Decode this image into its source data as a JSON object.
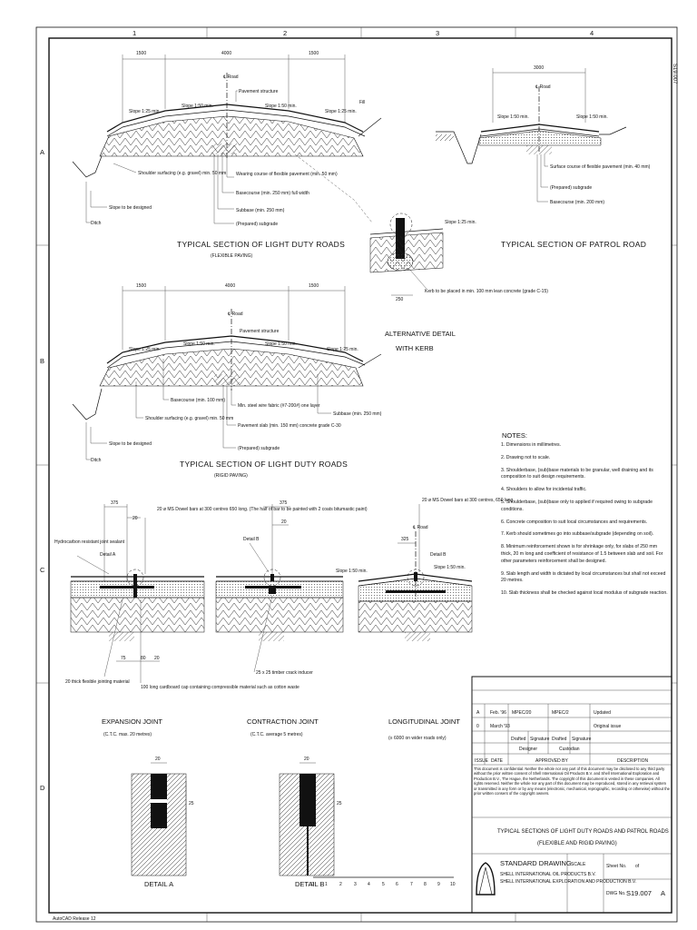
{
  "grid": {
    "columns": [
      "1",
      "2",
      "3",
      "4"
    ],
    "rows": [
      "A",
      "B",
      "C",
      "D"
    ]
  },
  "vertical_ref": "S19.007",
  "top_section": {
    "dims": [
      "1500",
      "4000",
      "1500"
    ],
    "road_cl": "℄ Road",
    "pavement": "Pavement structure",
    "slope_left": "Slope 1:25 min.",
    "slope_mid1": "Slope 1:50 min.",
    "slope_mid2": "Slope 1:50 min.",
    "slope_right": "Slope 1:25 min.",
    "fill": "Fill",
    "shoulder": "Shoulder surfacing (e.g. gravel) min. 50 mm",
    "slope_designed": "Slope to be designed",
    "ditch": "Ditch",
    "wearing": "Wearing course of flexible pavement (min. 50 mm)",
    "basecourse": "Basecourse (min. 250 mm) full width",
    "subbase": "Subbase (min. 250 mm)",
    "subgrade": "(Prepared) subgrade",
    "title": "TYPICAL SECTION OF LIGHT DUTY ROADS",
    "subtitle": "(FLEXIBLE PAVING)"
  },
  "patrol": {
    "dim": "3000",
    "road_cl": "℄ Road",
    "slope_left": "Slope 1:50 min.",
    "slope_right": "Slope 1:50 min.",
    "surface": "Surface course of flexible pavement (min. 40 mm)",
    "subgrade": "(Prepared) subgrade",
    "basecourse": "Basecourse (min. 200 mm)",
    "title": "TYPICAL SECTION OF PATROL ROAD"
  },
  "kerb": {
    "slope": "Slope 1:25 min.",
    "dim": "250",
    "note": "Kerb to be placed in min. 100 mm lean concrete (grade C-15)",
    "title1": "ALTERNATIVE DETAIL",
    "title2": "WITH KERB"
  },
  "rigid": {
    "dims": [
      "1500",
      "4000",
      "1500"
    ],
    "road_cl": "℄ Road",
    "pavement": "Pavement structure",
    "slope_left": "Slope 1:25 min.",
    "slope_mid1": "Slope 1:50 min.",
    "slope_mid2": "Slope 1:50 min.",
    "slope_right": "Slope 1:25 min.",
    "basecourse": "Basecourse (min. 100 mm)",
    "shoulder": "Shoulder surfacing (e.g. gravel) min. 50 mm",
    "mesh": "Min. steel wire fabric (#7-200#) one layer",
    "slab": "Pavement slab (min. 150 mm) concrete grade C-30",
    "subgrade": "(Prepared) subgrade",
    "subbase": "Subbase (min. 250 mm)",
    "slope_designed": "Slope to be designed",
    "ditch": "Ditch",
    "title": "TYPICAL SECTION OF LIGHT DUTY ROADS",
    "subtitle": "(RIGID PAVING)"
  },
  "notes": {
    "heading": "NOTES:",
    "items": [
      "1. Dimensions in millimetres.",
      "2. Drawing not to scale.",
      "3. Shoulderbase, (sub)base materials to be granular, well draining and its composition to suit design requirements.",
      "4. Shoulders to allow for incidental traffic.",
      "5. Shoulderbase, (sub)base only to applied if required owing to subgrade conditions.",
      "6. Concrete composition to suit local circumstances and requirements.",
      "7. Kerb should sometimes go into subbase/subgrade (depending on soil).",
      "8. Minimum reinforcement shown is for shrinkage only, for slabs of 250 mm thick, 20 m long and coefficient of resistance of 1.5 between slab and soil. For other parameters reinforcement shall be designed.",
      "9. Slab length and width is dictated by local circumstances but shall not exceed 20 metres.",
      "10. Slab thickness shall be checked against local modulus of subgrade reaction."
    ]
  },
  "joints": {
    "exp_dim1": "375",
    "exp_dim2": "20",
    "exp_dowel": "20 ø MS Dowel bars at 300 centres 650 long. (The half of bar to be painted with 2 coats bitumastic paint)",
    "sealant": "Hydrocarbon resistant joint sealant",
    "detail_a": "Detail A",
    "exp_dims_bottom": [
      "75",
      "80",
      "20"
    ],
    "filler": "20 thick flexible jointing material",
    "cap": "100 long cardboard cap containing compressible material such as cotton waste",
    "con_dim1": "375",
    "con_dim2": "20",
    "detail_b": "Detail B",
    "inducer": "25 x 25 timber crack inducer",
    "lon_dowel": "20 ø MS Dowel bars at 300 centres, 650 long",
    "lon_cl": "℄ Road",
    "lon_dim": "325",
    "lon_detail": "Detail B",
    "lon_slope_l": "Slope 1:50 min.",
    "lon_slope_r": "Slope 1:50 min.",
    "exp_title": "EXPANSION JOINT",
    "exp_sub": "(C.T.C. max. 20 metres)",
    "con_title": "CONTRACTION JOINT",
    "con_sub": "(C.T.C. average 5 metres)",
    "lon_title": "LONGITUDINAL JOINT",
    "lon_sub": "(≡ 6000 on wider roads only)"
  },
  "details": {
    "a_dim_top": "20",
    "a_dim_side": "25",
    "a_title": "DETAIL A",
    "b_dim_top": "20",
    "b_dim_side": "25",
    "b_title": "DETAIL B",
    "scale": [
      "0",
      "1",
      "2",
      "3",
      "4",
      "5",
      "6",
      "7",
      "8",
      "9",
      "10"
    ]
  },
  "title_block": {
    "revisions": [
      {
        "issue": "A",
        "date": "Feb. '96",
        "drawn": "MPEC/20",
        "checked": "MPEC/2",
        "approved": "",
        "desc": "Updated"
      },
      {
        "issue": "0",
        "date": "March '93",
        "drawn": "",
        "checked": "",
        "approved": "",
        "desc": "Original issue"
      }
    ],
    "sign_labels": [
      "Drafted",
      "Signature",
      "Drafted",
      "Signature"
    ],
    "sign_roles": [
      "Designer",
      "Custodian"
    ],
    "header": [
      "ISSUE",
      "DATE",
      "APPROVED BY",
      "DESCRIPTION"
    ],
    "confidential": "This document is confidential. Neither the whole nor any part of this document may be disclosed to any third party without the prior written consent of Shell International Oil Products B.V. and Shell International Exploration and Production B.V., The Hague, the Netherlands. The copyright of this document is vested in these companies. All rights reserved. Neither the whole nor any part of this document may be reproduced, stored in any retrieval system or transmitted in any form or by any means (electronic, mechanical, reprographic, recording or otherwise) without the prior written consent of the copyright owners.",
    "drawing_title1": "TYPICAL SECTIONS OF LIGHT DUTY ROADS AND PATROL ROADS",
    "drawing_title2": "(FLEXIBLE AND RIGID PAVING)",
    "std": "STANDARD DRAWING",
    "company1": "SHELL INTERNATIONAL OIL PRODUCTS B.V.",
    "company2": "SHELL INTERNATIONAL EXPLORATION AND PRODUCTION B.V.",
    "scale_label": "SCALE",
    "sheet_label": "Sheet No.",
    "sheet_of": "of",
    "dwg_label": "DWG No.",
    "dwg_no": "S19.007",
    "dwg_rev": "A",
    "logo_word": "SHELL"
  },
  "footer": "AutoCAD Release 12"
}
